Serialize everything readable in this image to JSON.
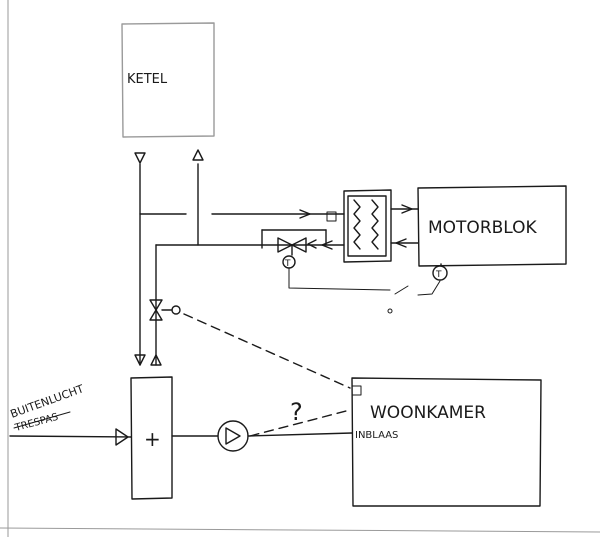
{
  "labels": {
    "ketel": "KETEL",
    "motorblok": "MOTORBLOK",
    "woonkamer": "WOONKAMER",
    "inblaas": "INBLAAS",
    "buitenlucht": "BUITENLUCHT",
    "buitenlucht_struck": "TRESPAS",
    "question": "?",
    "plus": "+",
    "thermostat_symbol": "T",
    "thermostat_symbol_2": "T"
  },
  "colors": {
    "ink": "#1a1a1a",
    "paper": "#ffffff",
    "faint": "#9a9a9a"
  }
}
